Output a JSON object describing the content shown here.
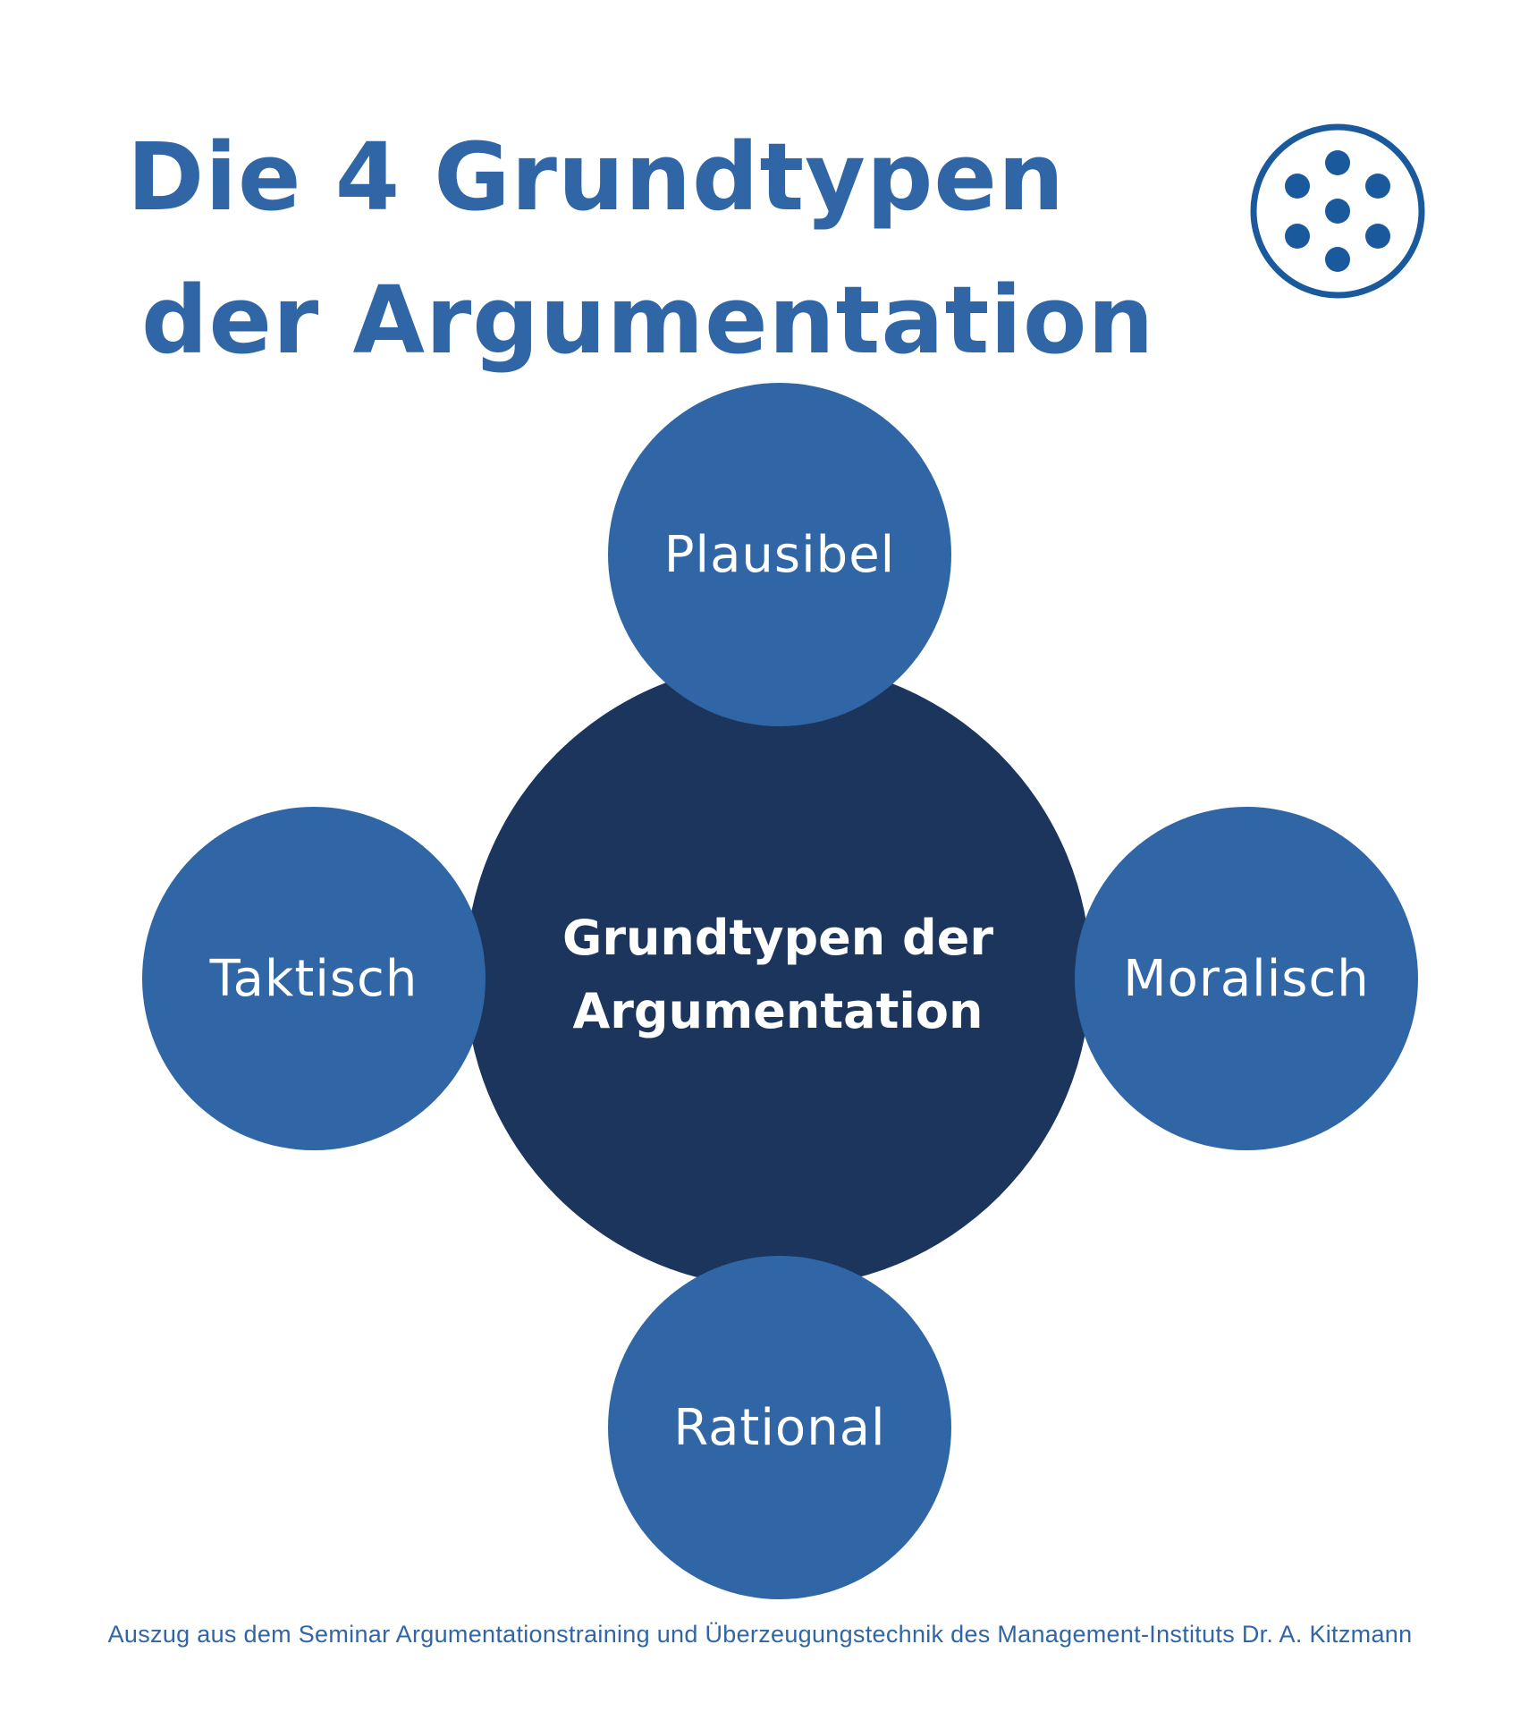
{
  "title": {
    "line1": "Die 4 Grundtypen",
    "line2": "der Argumentation"
  },
  "logo": {
    "icon": "dots-circle-logo-icon"
  },
  "diagram": {
    "center": "Grundtypen der Argumentation",
    "types": {
      "top": "Plausibel",
      "left": "Taktisch",
      "right": "Moralisch",
      "bottom": "Rational"
    }
  },
  "footer": "Auszug aus dem Seminar Argumentationstraining und Überzeugungstechnik des Management-Instituts Dr. A. Kitzmann",
  "colors": {
    "primary": "#3066a5",
    "dark": "#1b355d",
    "logo": "#1a5a9c",
    "background": "#ffffff"
  }
}
